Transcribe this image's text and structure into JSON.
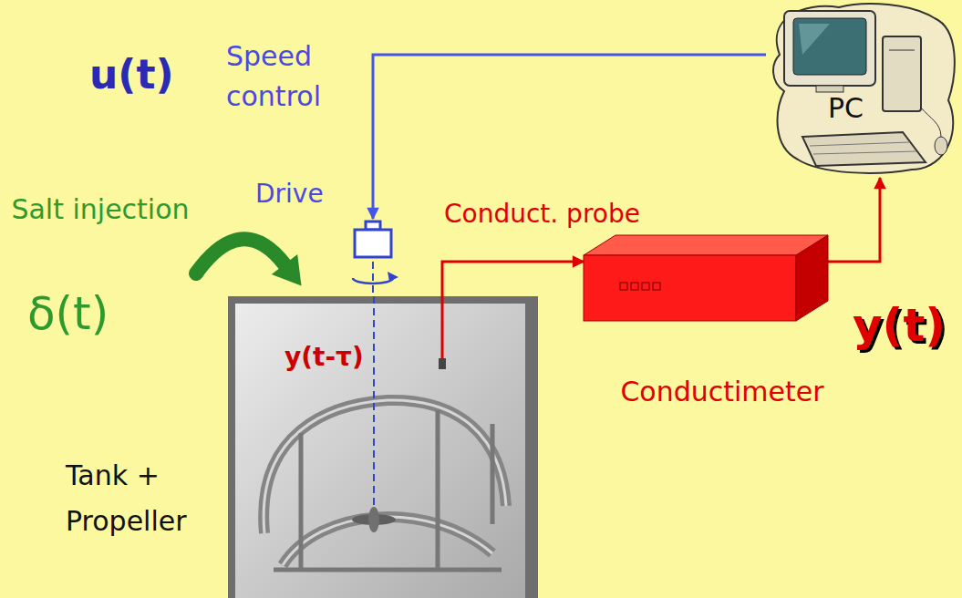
{
  "diagram": {
    "nodes": [
      {
        "text": [
          "PC"
        ]
      },
      {
        "text": [
          "Drive"
        ]
      },
      {
        "text": [
          "y(t-τ)"
        ]
      },
      {
        "text": [
          "Conductimeter"
        ]
      }
    ],
    "edges": [
      {
        "from": 0,
        "to": 1,
        "arrow": "to"
      },
      {
        "from": 2,
        "to": 3,
        "arrow": "to"
      },
      {
        "from": 3,
        "to": 0,
        "arrow": "to"
      }
    ],
    "labels": [
      "u(t)",
      "Speed control",
      "Salt injection",
      "δ(t)",
      "Conduct. probe",
      "y(t)",
      "Tank + Propeller"
    ]
  }
}
